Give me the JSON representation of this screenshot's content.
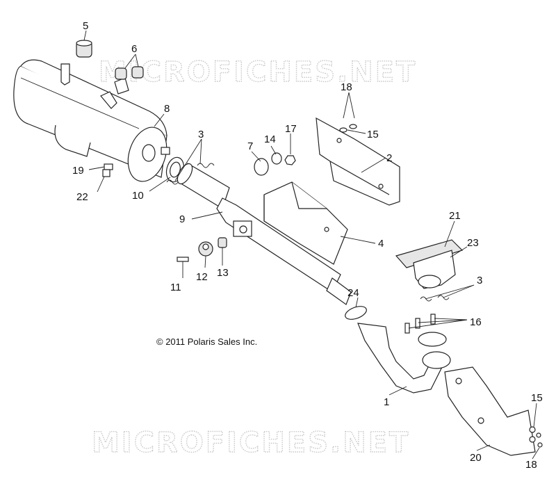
{
  "watermark": {
    "text_top": "MICROFICHES.NET",
    "text_bottom": "MICROFICHES.NET"
  },
  "copyright": "© 2011 Polaris Sales Inc.",
  "callouts": [
    {
      "id": "c5",
      "label": "5"
    },
    {
      "id": "c6",
      "label": "6"
    },
    {
      "id": "c8",
      "label": "8"
    },
    {
      "id": "c3a",
      "label": "3"
    },
    {
      "id": "c7",
      "label": "7"
    },
    {
      "id": "c14",
      "label": "14"
    },
    {
      "id": "c17",
      "label": "17"
    },
    {
      "id": "c18a",
      "label": "18"
    },
    {
      "id": "c15a",
      "label": "15"
    },
    {
      "id": "c2",
      "label": "2"
    },
    {
      "id": "c19",
      "label": "19"
    },
    {
      "id": "c22",
      "label": "22"
    },
    {
      "id": "c10",
      "label": "10"
    },
    {
      "id": "c9",
      "label": "9"
    },
    {
      "id": "c4",
      "label": "4"
    },
    {
      "id": "c21",
      "label": "21"
    },
    {
      "id": "c23",
      "label": "23"
    },
    {
      "id": "c11",
      "label": "11"
    },
    {
      "id": "c12",
      "label": "12"
    },
    {
      "id": "c13",
      "label": "13"
    },
    {
      "id": "c24",
      "label": "24"
    },
    {
      "id": "c3b",
      "label": "3"
    },
    {
      "id": "c16",
      "label": "16"
    },
    {
      "id": "c1",
      "label": "1"
    },
    {
      "id": "c15b",
      "label": "15"
    },
    {
      "id": "c20",
      "label": "20"
    },
    {
      "id": "c18b",
      "label": "18"
    }
  ]
}
